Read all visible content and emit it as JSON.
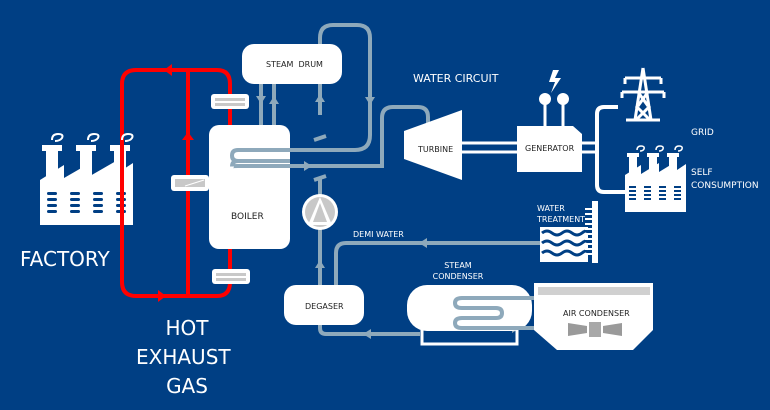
{
  "diagram": {
    "title": "Waste heat recovery power plant schematic",
    "colors": {
      "background": "#003f84",
      "hot_gas_line": "#ff0000",
      "water_line": "#8ea9bb",
      "component_fill": "#ffffff",
      "damper_fill": "#c8c8c8"
    },
    "labels": {
      "factory": "FACTORY",
      "hot_exhaust_gas_1": "HOT",
      "hot_exhaust_gas_2": "EXHAUST",
      "hot_exhaust_gas_3": "GAS",
      "steam_drum": "STEAM  DRUM",
      "boiler": "BOILER",
      "water_circuit": "WATER CIRCUIT",
      "turbine": "TURBINE",
      "generator": "GENERATOR",
      "grid": "GRID",
      "self_consumption_1": "SELF",
      "self_consumption_2": "CONSUMPTION",
      "water_treatment_1": "WATER",
      "water_treatment_2": "TREATMENT",
      "demi_water": "DEMI WATER",
      "steam_condenser_1": "STEAM",
      "steam_condenser_2": "CONDENSER",
      "degaser": "DEGASER",
      "air_condenser": "AIR CONDENSER"
    },
    "icons": [
      "factory-icon",
      "transmission-tower-icon",
      "lightning-bolt-icon",
      "pump-icon",
      "damper-icon",
      "fan-icon",
      "water-waves-icon"
    ]
  }
}
